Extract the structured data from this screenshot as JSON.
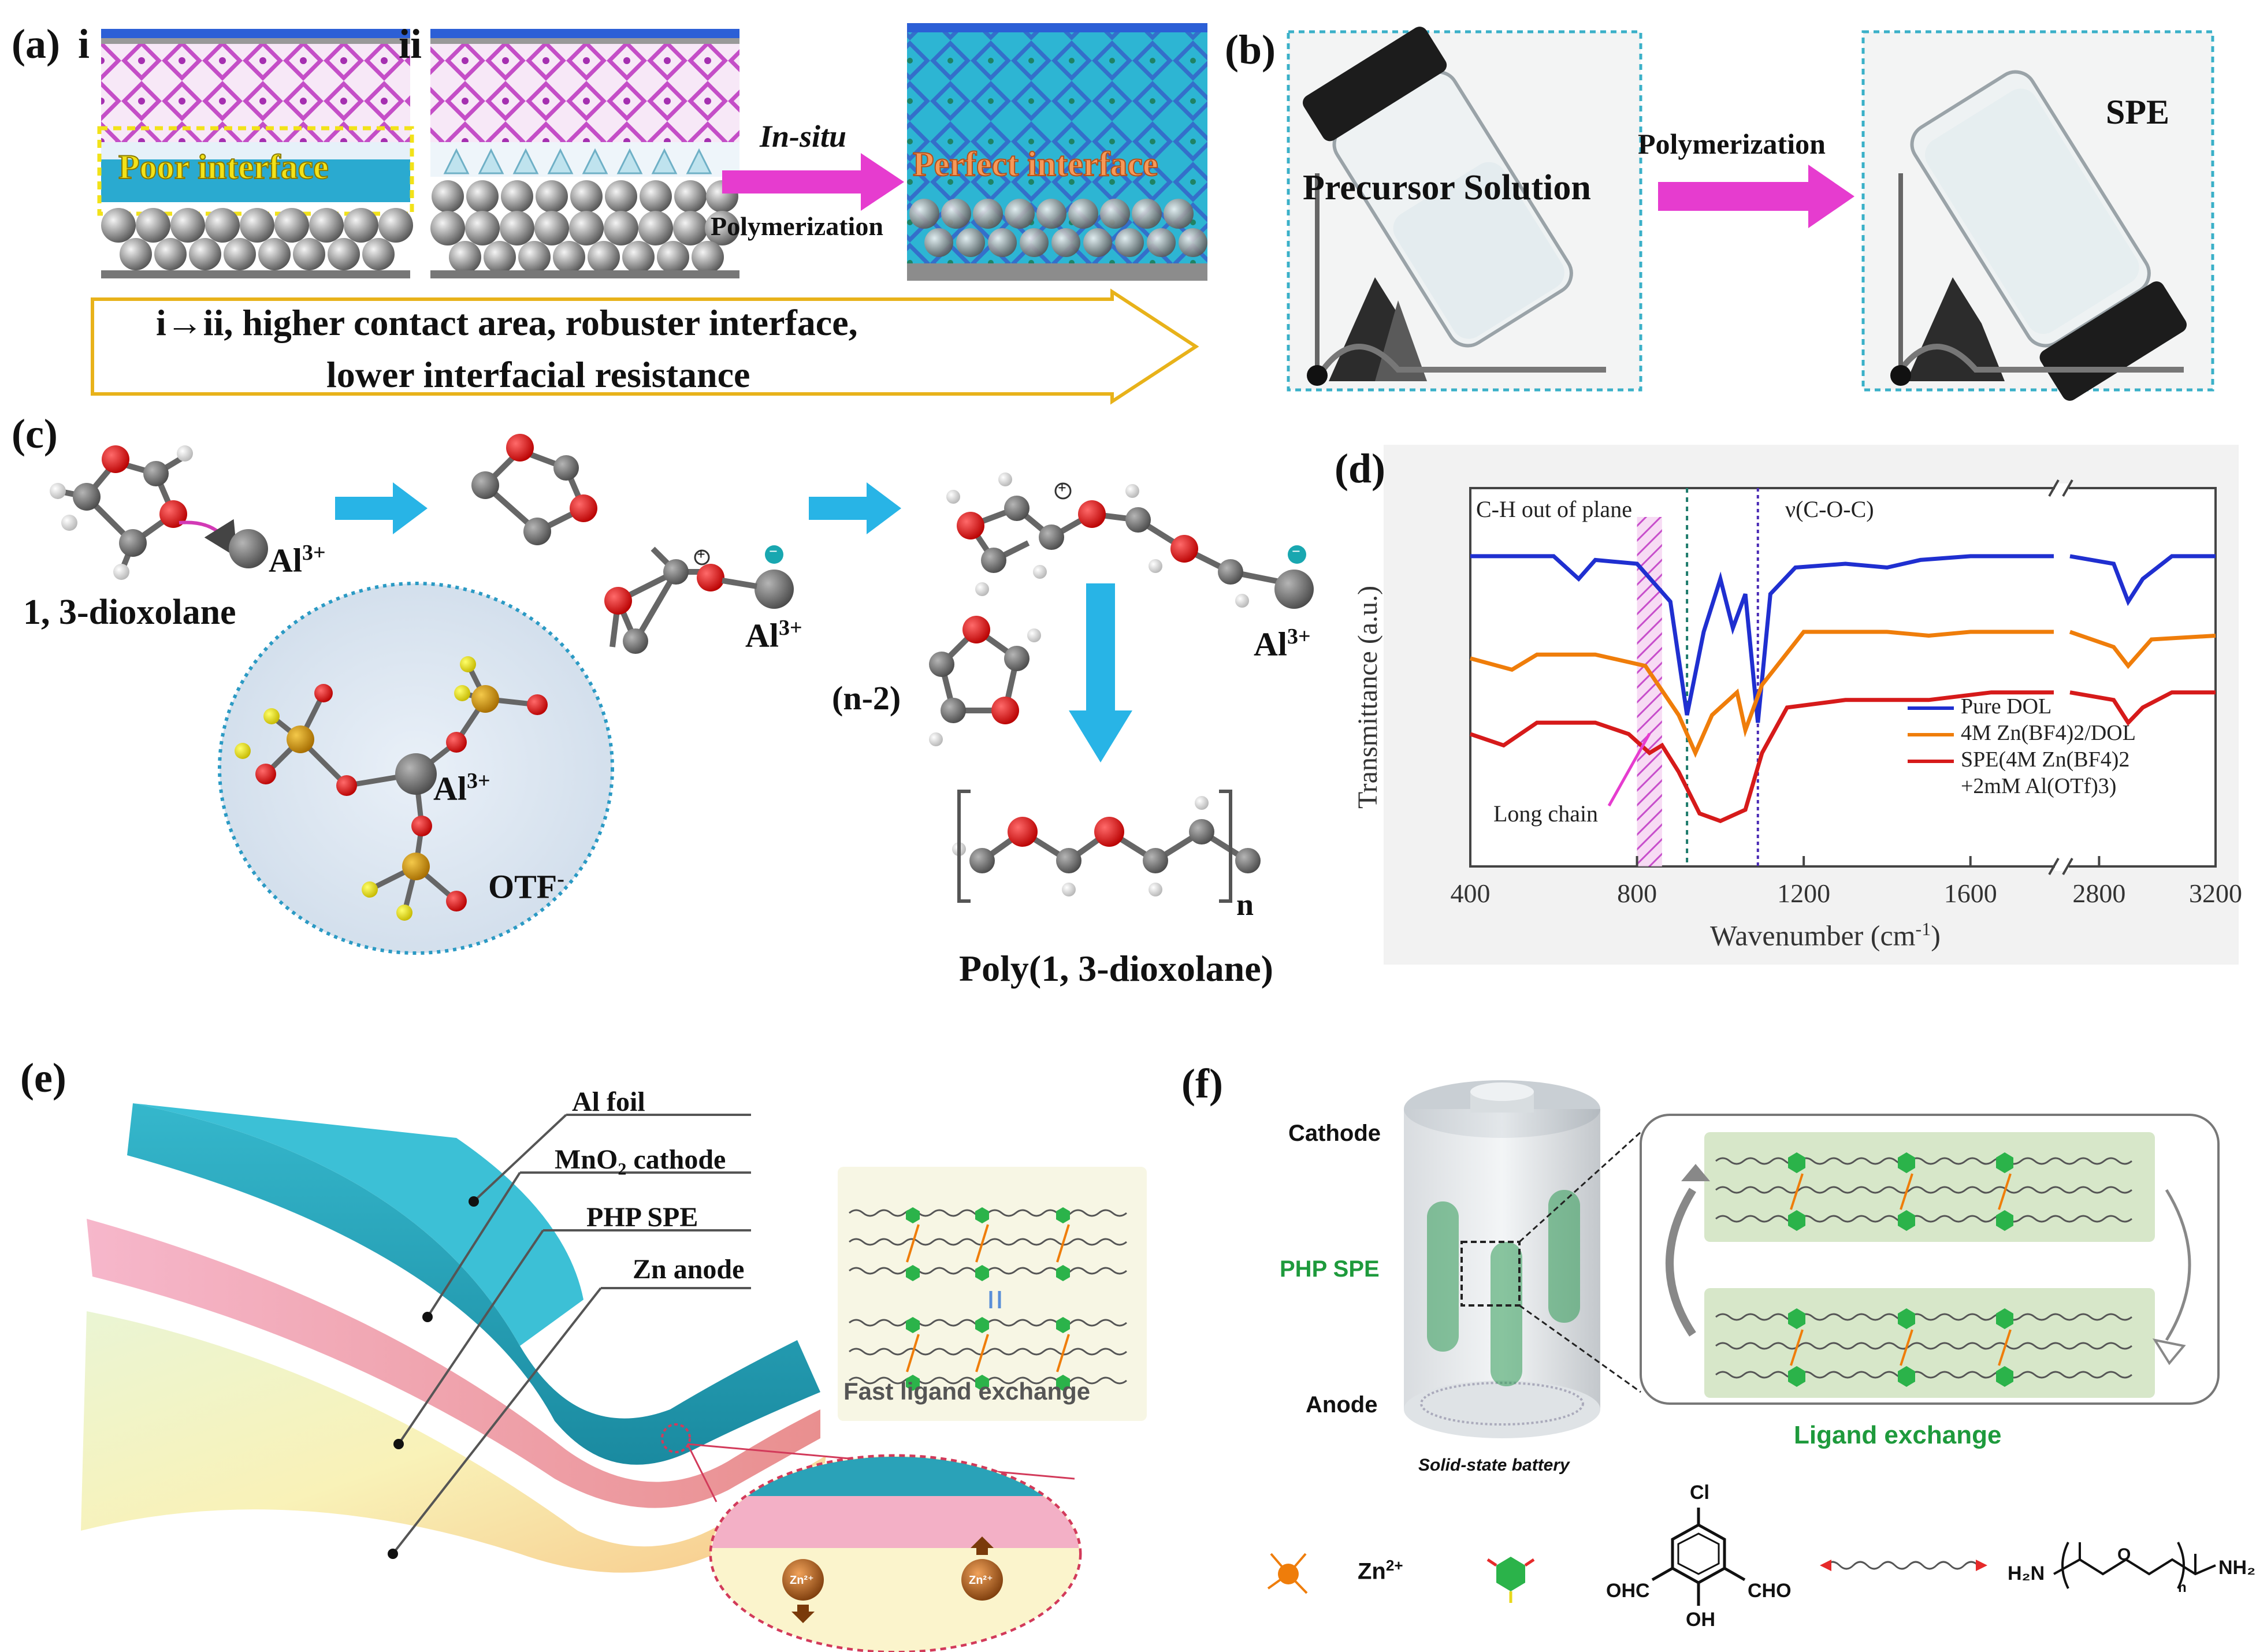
{
  "panel_a": {
    "label": "(a)",
    "sub_i": "i",
    "sub_ii": "ii",
    "poor_interface": "Poor interface",
    "in_situ": "In-situ",
    "polymerization": "Polymerization",
    "perfect_interface": "Perfect interface",
    "summary_line1": "i→ii, higher contact area, robuster interface,",
    "summary_line2": "lower interfacial resistance"
  },
  "panel_b": {
    "label": "(b)",
    "precursor": "Precursor Solution",
    "polymerization": "Polymerization",
    "spe": "SPE"
  },
  "panel_c": {
    "label": "(c)",
    "dioxolane": "1, 3-dioxolane",
    "al_1": "Al",
    "al_sup": "3+",
    "otf": "OTF",
    "otf_sup": "-",
    "n_minus_2": "(n-2)",
    "n": "n",
    "poly": "Poly(1, 3-dioxolane)",
    "plus": "+",
    "minus": "−"
  },
  "panel_d": {
    "label": "(d)",
    "chart_data": {
      "type": "line",
      "xlabel": "Wavenumber (cm",
      "xlabel_sup": "-1",
      "xlabel_tail": ")",
      "ylabel": "Transmittance (a.u.)",
      "x_ticks": [
        "400",
        "800",
        "1200",
        "1600",
        "2800",
        "3200"
      ],
      "x_break": [
        1800,
        2700
      ],
      "annotations": [
        "C-H out of plane",
        "ν(C-O-C)",
        "Long chain"
      ],
      "vlines": [
        920,
        1090
      ],
      "series": [
        {
          "name": "Pure DOL",
          "color": "#1f2fd0",
          "points": [
            [
              400,
              0.82
            ],
            [
              600,
              0.82
            ],
            [
              660,
              0.76
            ],
            [
              700,
              0.81
            ],
            [
              800,
              0.8
            ],
            [
              880,
              0.7
            ],
            [
              920,
              0.4
            ],
            [
              960,
              0.62
            ],
            [
              1000,
              0.76
            ],
            [
              1030,
              0.63
            ],
            [
              1060,
              0.72
            ],
            [
              1090,
              0.38
            ],
            [
              1120,
              0.72
            ],
            [
              1180,
              0.79
            ],
            [
              1300,
              0.8
            ],
            [
              1400,
              0.79
            ],
            [
              1480,
              0.81
            ],
            [
              1600,
              0.82
            ],
            [
              1800,
              0.82
            ],
            [
              2700,
              0.82
            ],
            [
              2850,
              0.8
            ],
            [
              2900,
              0.7
            ],
            [
              2950,
              0.76
            ],
            [
              3050,
              0.82
            ],
            [
              3200,
              0.82
            ]
          ]
        },
        {
          "name": "4M Zn(BF4)2/DOL",
          "color": "#ef7d0a",
          "points": [
            [
              400,
              0.55
            ],
            [
              500,
              0.52
            ],
            [
              560,
              0.56
            ],
            [
              700,
              0.56
            ],
            [
              820,
              0.53
            ],
            [
              900,
              0.4
            ],
            [
              940,
              0.3
            ],
            [
              980,
              0.4
            ],
            [
              1040,
              0.46
            ],
            [
              1060,
              0.36
            ],
            [
              1100,
              0.48
            ],
            [
              1200,
              0.62
            ],
            [
              1400,
              0.62
            ],
            [
              1500,
              0.61
            ],
            [
              1600,
              0.62
            ],
            [
              1800,
              0.62
            ],
            [
              2700,
              0.62
            ],
            [
              2850,
              0.58
            ],
            [
              2900,
              0.53
            ],
            [
              2980,
              0.6
            ],
            [
              3200,
              0.61
            ]
          ]
        },
        {
          "name": "SPE(4M Zn(BF4)2 +2mM Al(OTf)3)",
          "color": "#d61a1a",
          "points": [
            [
              400,
              0.35
            ],
            [
              480,
              0.32
            ],
            [
              560,
              0.38
            ],
            [
              700,
              0.38
            ],
            [
              780,
              0.35
            ],
            [
              830,
              0.3
            ],
            [
              860,
              0.32
            ],
            [
              900,
              0.25
            ],
            [
              950,
              0.14
            ],
            [
              1000,
              0.12
            ],
            [
              1060,
              0.15
            ],
            [
              1100,
              0.3
            ],
            [
              1160,
              0.42
            ],
            [
              1300,
              0.44
            ],
            [
              1500,
              0.44
            ],
            [
              1650,
              0.46
            ],
            [
              1800,
              0.46
            ],
            [
              2700,
              0.46
            ],
            [
              2850,
              0.44
            ],
            [
              2900,
              0.38
            ],
            [
              2950,
              0.42
            ],
            [
              3050,
              0.46
            ],
            [
              3200,
              0.46
            ]
          ]
        }
      ],
      "legend": [
        "Pure DOL",
        "4M Zn(BF4)2/DOL",
        "SPE(4M Zn(BF4)2",
        "+2mM Al(OTf)3)"
      ],
      "legend_placement": "bottom-right"
    }
  },
  "panel_e": {
    "label": "(e)",
    "al_foil": "Al foil",
    "mno2": "MnO",
    "mno2_sub": "2",
    "mno2_tail": " cathode",
    "php": "PHP SPE",
    "zn_anode": "Zn anode",
    "fast_ligand": "Fast ligand exchange",
    "zn2": "Zn²⁺"
  },
  "panel_f": {
    "label": "(f)",
    "cathode": "Cathode",
    "php": "PHP SPE",
    "anode": "Anode",
    "solid_state": "Solid-state battery",
    "ligand_exchange": "Ligand exchange",
    "zn2": "Zn",
    "zn2_sup": "2+",
    "cl": "Cl",
    "ohc": "OHC",
    "cho": "CHO",
    "oh": "OH",
    "h2n": "H₂N",
    "o": "O",
    "nh2": "NH₂",
    "n_sub": "n"
  },
  "colors": {
    "blue_arrow": "#28b4e6",
    "magenta_arrow": "#e63ccf",
    "green_text": "#1e9a3c",
    "teal": "#2aa2b8",
    "pink": "#f1a9be",
    "yellow": "#f5f1c0"
  }
}
